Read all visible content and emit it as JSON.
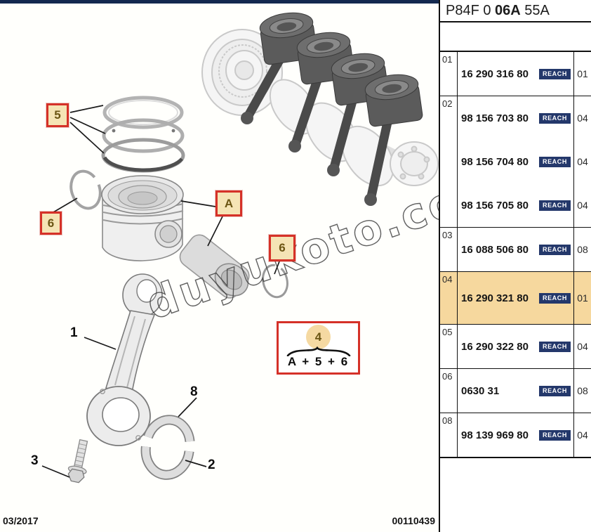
{
  "header": {
    "code_prefix": "P84F 0 ",
    "code_bold": "06A",
    "code_suffix": " 55A"
  },
  "table": {
    "reach_label": "REACH",
    "rows": [
      {
        "ref": "01",
        "highlight": false,
        "parts": [
          {
            "number": "16 290 316 80",
            "qty": "01"
          }
        ]
      },
      {
        "ref": "02",
        "highlight": false,
        "parts": [
          {
            "number": "98 156 703 80",
            "qty": "04"
          },
          {
            "number": "98 156 704 80",
            "qty": "04"
          },
          {
            "number": "98 156 705 80",
            "qty": "04"
          }
        ]
      },
      {
        "ref": "03",
        "highlight": false,
        "parts": [
          {
            "number": "16 088 506 80",
            "qty": "08"
          }
        ]
      },
      {
        "ref": "04",
        "highlight": true,
        "parts": [
          {
            "number": "16 290 321 80",
            "qty": "01"
          }
        ]
      },
      {
        "ref": "05",
        "highlight": false,
        "parts": [
          {
            "number": "16 290 322 80",
            "qty": "04"
          }
        ]
      },
      {
        "ref": "06",
        "highlight": false,
        "parts": [
          {
            "number": "0630 31",
            "qty": "08"
          }
        ]
      },
      {
        "ref": "08",
        "highlight": false,
        "parts": [
          {
            "number": "98 139 969 80",
            "qty": "04"
          }
        ]
      }
    ]
  },
  "diagram": {
    "callouts": {
      "rings": "5",
      "circlip_left": "6",
      "piston": "A",
      "circlip_right": "6",
      "rod": "1",
      "shell_upper": "8",
      "shell_lower": "2",
      "bolt": "3"
    },
    "legend": {
      "group": "4",
      "formula": "A + 5 + 6"
    }
  },
  "watermark": "duyukoto.com",
  "footer": {
    "date": "03/2017",
    "doc_number": "00110439"
  },
  "colors": {
    "accent_red": "#d53128",
    "label_fill": "#f5e4b5",
    "label_text": "#6b5513",
    "highlight": "#f6d89e",
    "badge_bg": "#24386b",
    "topbar": "#14294f",
    "circle_fill": "#f5d9a2"
  }
}
